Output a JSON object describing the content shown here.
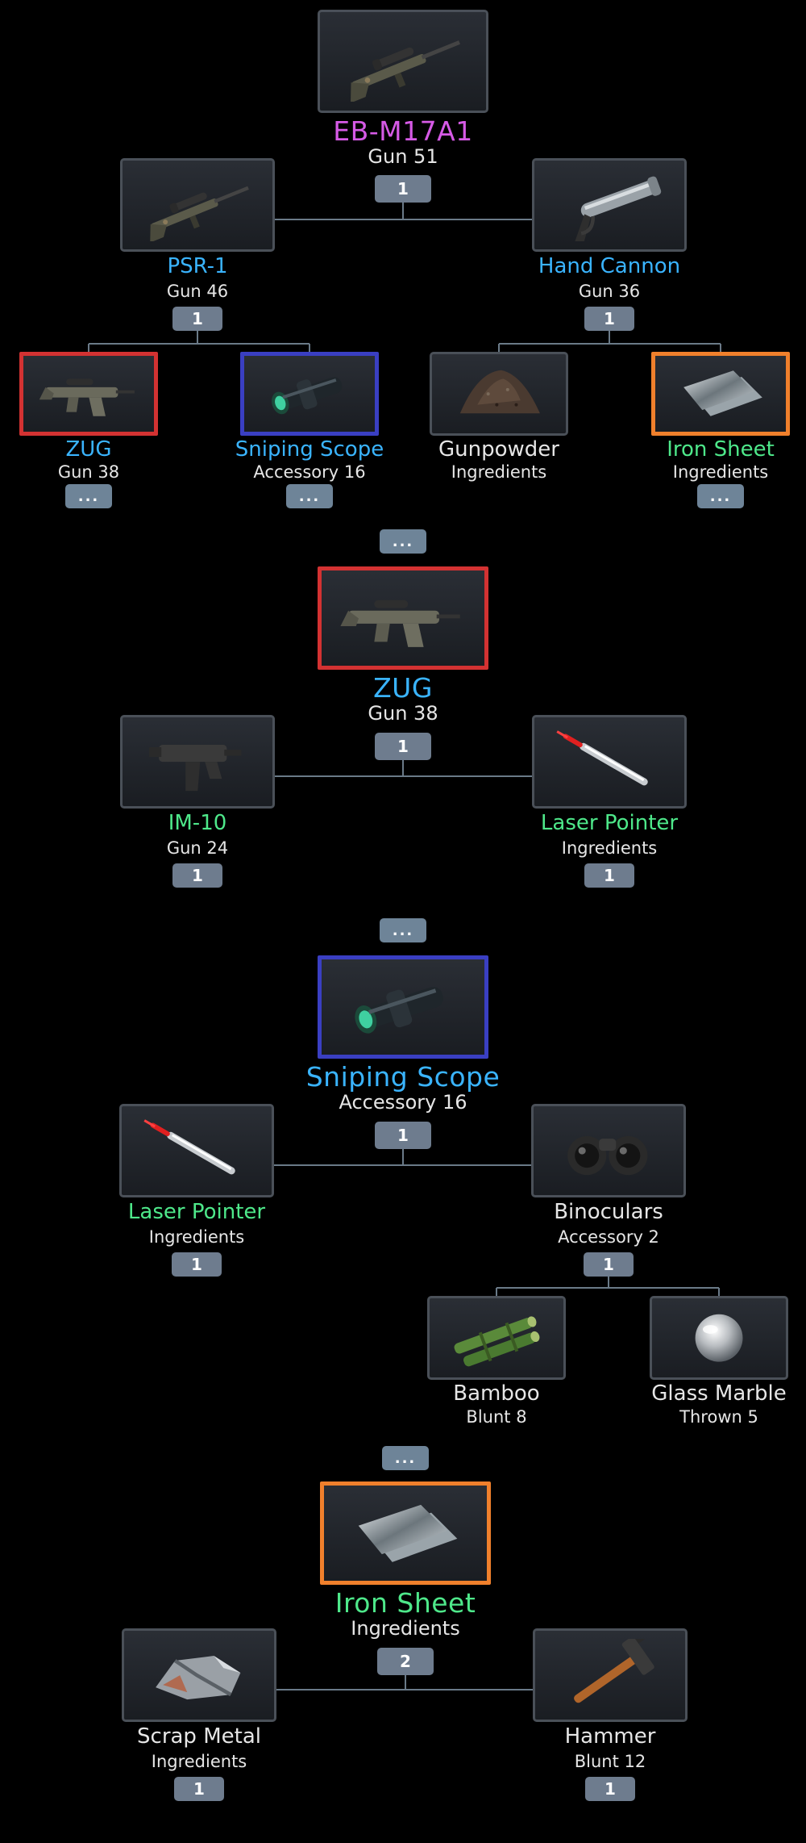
{
  "colors": {
    "purple": "#d65ae6",
    "blue": "#3ab4ff",
    "green": "#4ee88a",
    "white": "#e6e6e6",
    "rarity_red": "#d33232",
    "rarity_blue": "#3a3fc2",
    "rarity_orange": "#f0802c",
    "badge": "#6e7c8e",
    "line": "#6a7a88"
  },
  "trees": [
    {
      "root": {
        "name": "EB-M17A1",
        "category": "Gun 51",
        "count": "1",
        "icon": "sniper-rifle-icon",
        "name_color": "purple"
      },
      "children": [
        {
          "name": "PSR-1",
          "category": "Gun 46",
          "count": "1",
          "icon": "sniper-rifle-icon",
          "name_color": "blue",
          "children": [
            {
              "name": "ZUG",
              "category": "Gun 38",
              "count": "...",
              "icon": "assault-rifle-icon",
              "name_color": "blue",
              "border": "red"
            },
            {
              "name": "Sniping Scope",
              "category": "Accessory 16",
              "count": "...",
              "icon": "scope-icon",
              "name_color": "blue",
              "border": "blue"
            }
          ]
        },
        {
          "name": "Hand Cannon",
          "category": "Gun 36",
          "count": "1",
          "icon": "hand-cannon-icon",
          "name_color": "blue",
          "children": [
            {
              "name": "Gunpowder",
              "category": "Ingredients",
              "count": "",
              "icon": "gunpowder-icon",
              "name_color": "white"
            },
            {
              "name": "Iron Sheet",
              "category": "Ingredients",
              "count": "...",
              "icon": "iron-sheet-icon",
              "name_color": "green",
              "border": "orange"
            }
          ]
        }
      ]
    },
    {
      "expand_label": "...",
      "root": {
        "name": "ZUG",
        "category": "Gun 38",
        "count": "1",
        "icon": "assault-rifle-icon",
        "name_color": "blue",
        "border": "red"
      },
      "children": [
        {
          "name": "IM-10",
          "category": "Gun 24",
          "count": "1",
          "icon": "smg-icon",
          "name_color": "green"
        },
        {
          "name": "Laser Pointer",
          "category": "Ingredients",
          "count": "1",
          "icon": "laser-pointer-icon",
          "name_color": "green"
        }
      ]
    },
    {
      "expand_label": "...",
      "root": {
        "name": "Sniping Scope",
        "category": "Accessory 16",
        "count": "1",
        "icon": "scope-icon",
        "name_color": "blue",
        "border": "blue"
      },
      "children": [
        {
          "name": "Laser Pointer",
          "category": "Ingredients",
          "count": "1",
          "icon": "laser-pointer-icon",
          "name_color": "green"
        },
        {
          "name": "Binoculars",
          "category": "Accessory 2",
          "count": "1",
          "icon": "binoculars-icon",
          "name_color": "white",
          "children": [
            {
              "name": "Bamboo",
              "category": "Blunt 8",
              "count": "",
              "icon": "bamboo-icon",
              "name_color": "white"
            },
            {
              "name": "Glass Marble",
              "category": "Thrown 5",
              "count": "",
              "icon": "glass-marble-icon",
              "name_color": "white"
            }
          ]
        }
      ]
    },
    {
      "expand_label": "...",
      "root": {
        "name": "Iron Sheet",
        "category": "Ingredients",
        "count": "2",
        "icon": "iron-sheet-icon",
        "name_color": "green",
        "border": "orange"
      },
      "children": [
        {
          "name": "Scrap Metal",
          "category": "Ingredients",
          "count": "1",
          "icon": "scrap-metal-icon",
          "name_color": "white"
        },
        {
          "name": "Hammer",
          "category": "Blunt 12",
          "count": "1",
          "icon": "hammer-icon",
          "name_color": "white"
        }
      ]
    }
  ]
}
